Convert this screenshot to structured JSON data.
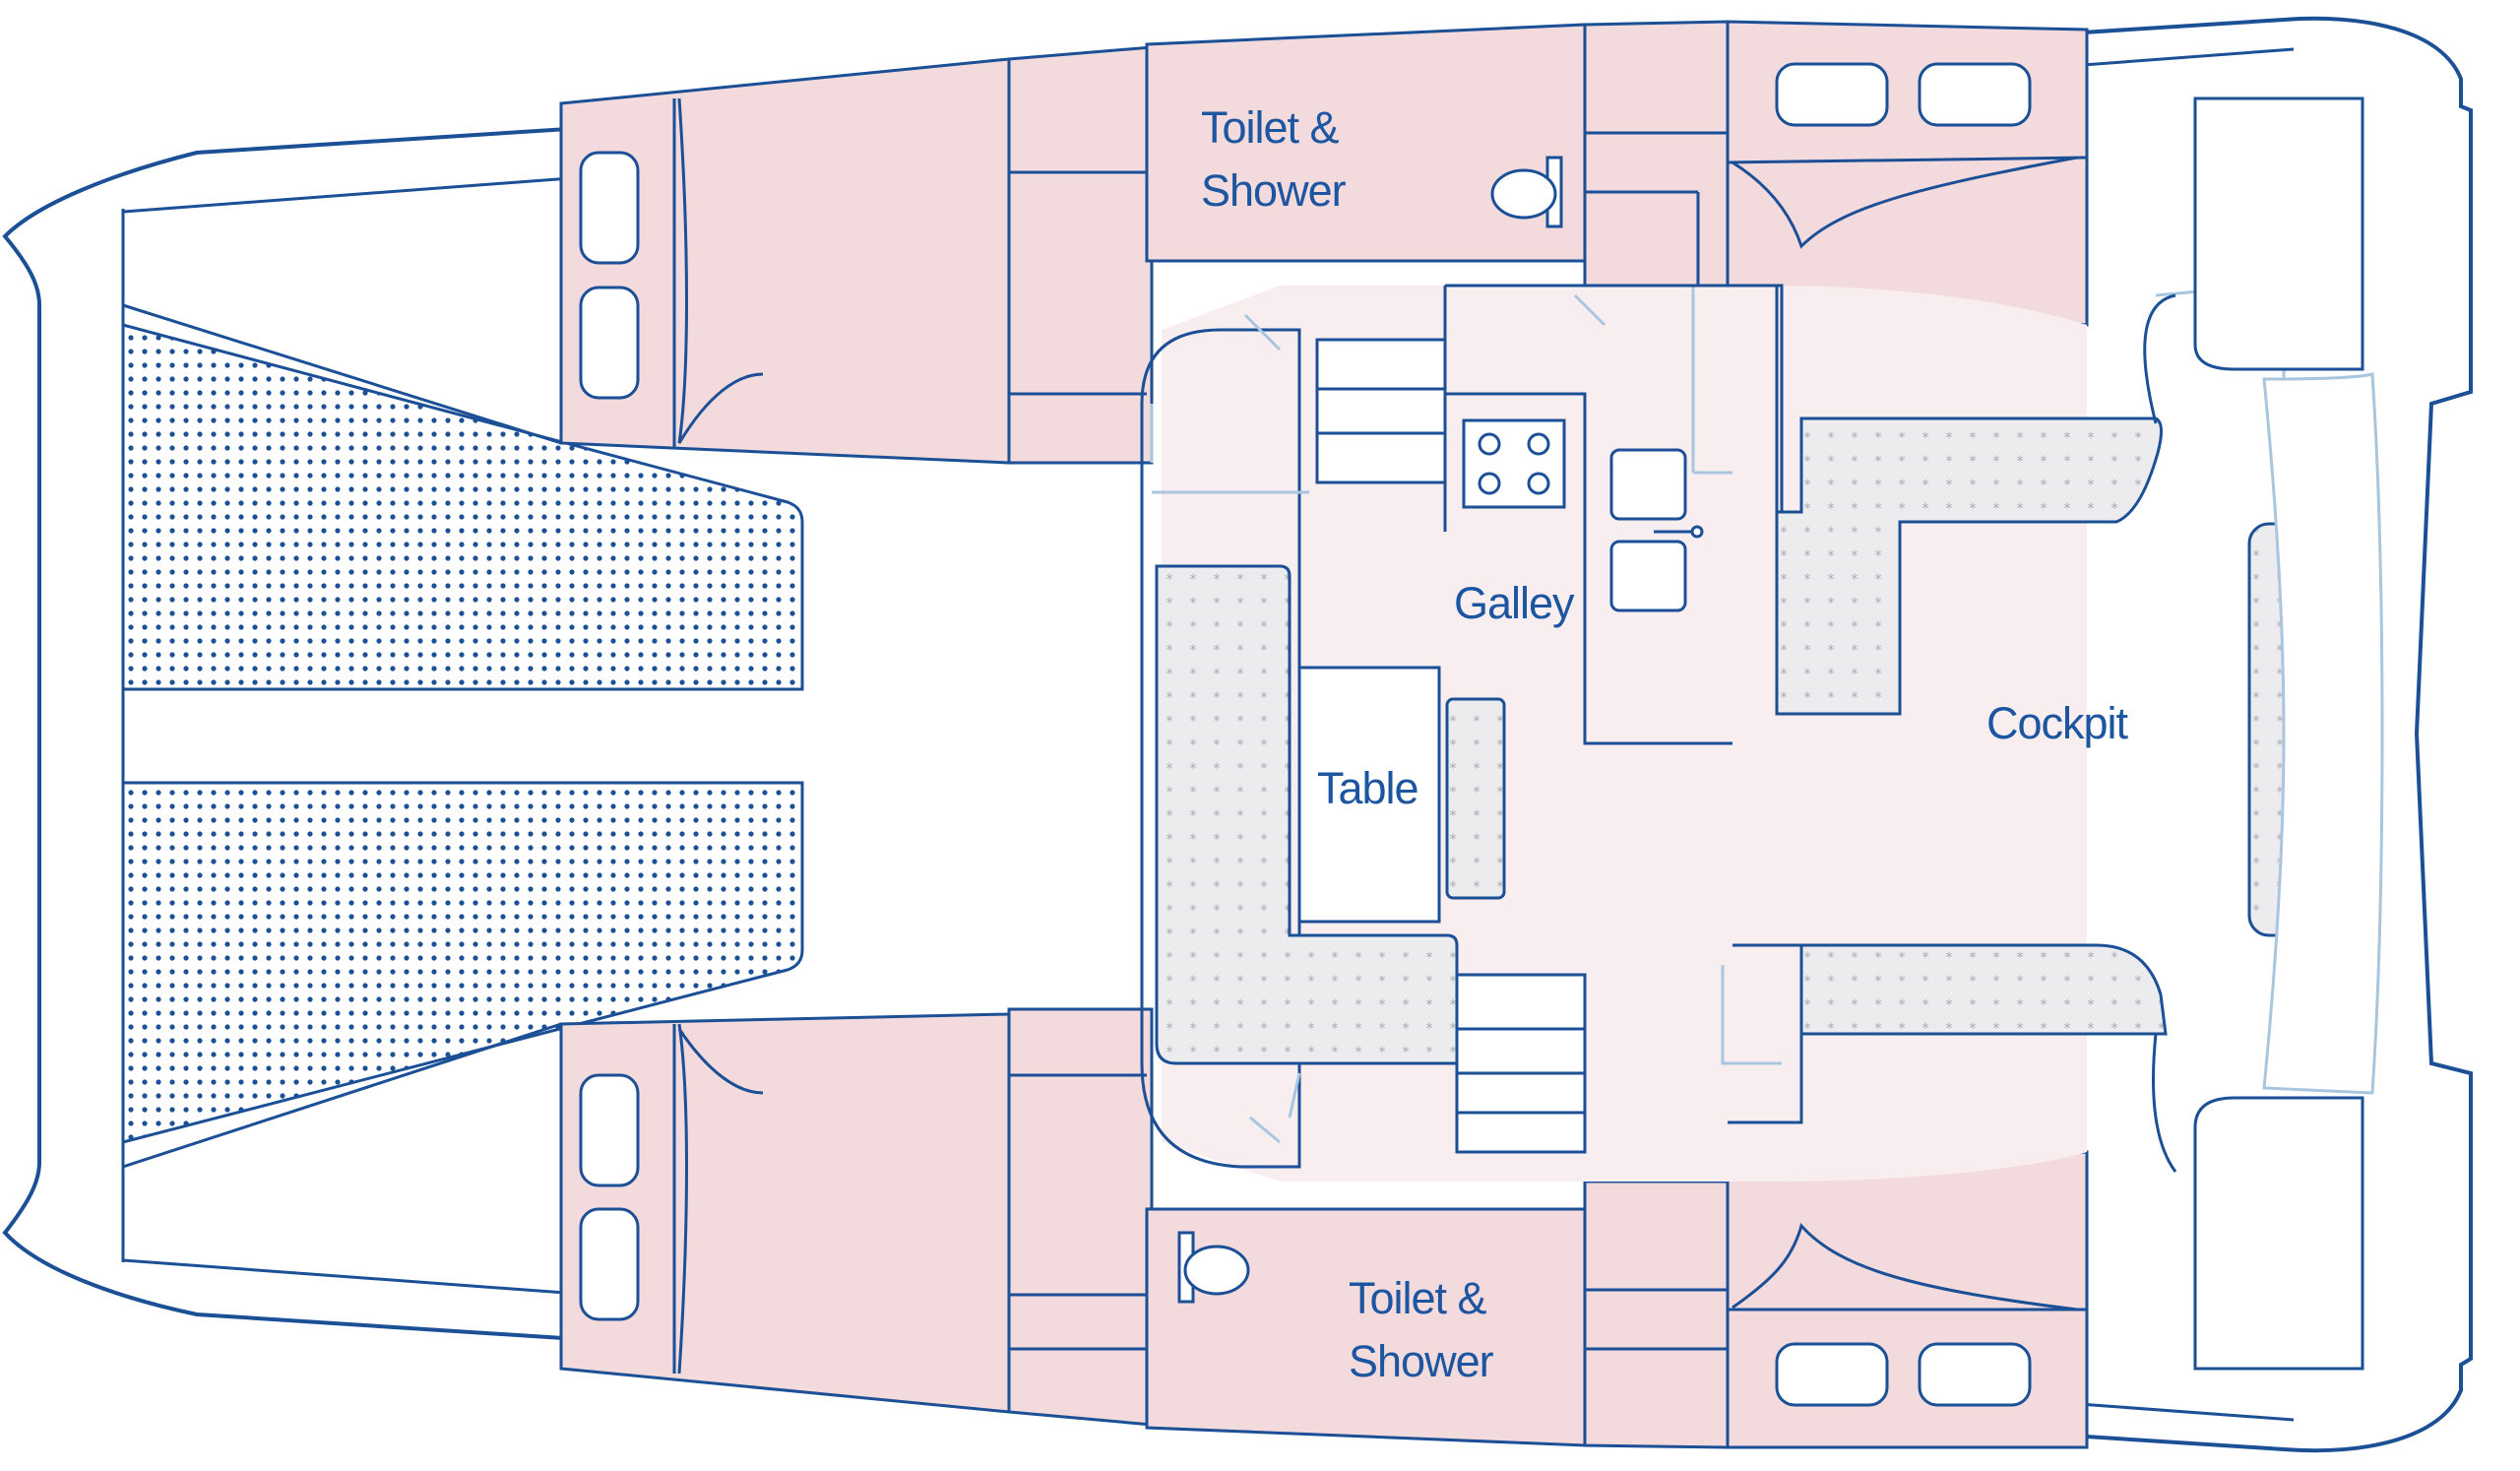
{
  "labels": {
    "toilet_shower_top": {
      "line1": "Toilet &",
      "line2": "Shower"
    },
    "toilet_shower_bottom": {
      "line1": "Toilet &",
      "line2": "Shower"
    },
    "galley": "Galley",
    "table": "Table",
    "cockpit": "Cockpit"
  },
  "colors": {
    "outline": "#1b4f96",
    "cabin_fill": "#f3dadd",
    "light_zone": "#f8eef0",
    "light_line": "#a9c6df",
    "cushion": "#e8e8ea",
    "net_dot": "#1b4f96"
  }
}
